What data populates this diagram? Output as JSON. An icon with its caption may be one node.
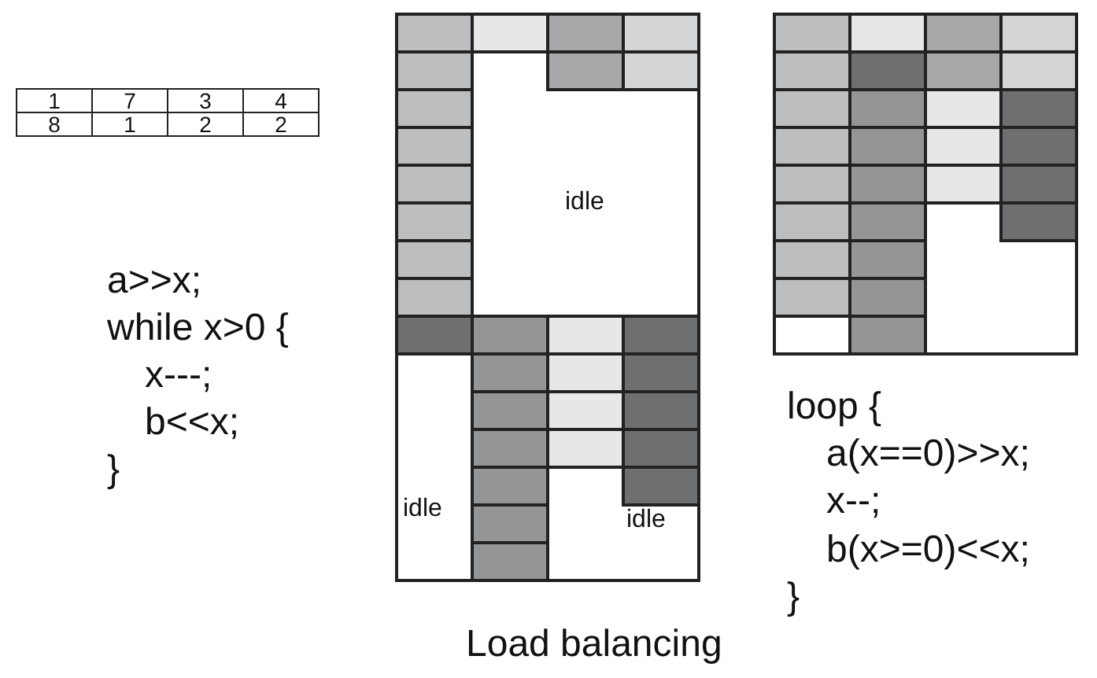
{
  "diagram": {
    "labels": [
      "1",
      "7",
      "3",
      "4",
      "8",
      "1",
      "2",
      "2",
      "a>>x;",
      "while x>0 {",
      "x---;",
      "b<<x;",
      "}",
      "idle",
      "idle",
      "idle",
      "Load balancing",
      "loop {",
      "a(x==0)>>x;",
      "x--;",
      "b(x>=0)<<x;",
      "}"
    ]
  }
}
